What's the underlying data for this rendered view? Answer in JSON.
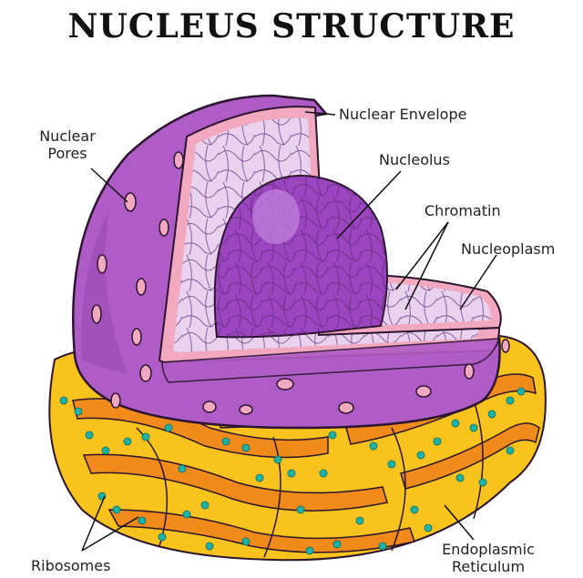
{
  "title": "NUCLEUS STRUCTURE",
  "labels": {
    "nuclear_envelope": "Nuclear Envelope",
    "nuclear_pores_line1": "Nuclear",
    "nuclear_pores_line2": "Pores",
    "nucleolus": "Nucleolus",
    "chromatin": "Chromatin",
    "nucleoplasm": "Nucleoplasm",
    "ribosomes": "Ribosomes",
    "er_line1": "Endoplasmic",
    "er_line2": "Reticulum"
  },
  "colors": {
    "nucleus_outer": "#b05cc6",
    "nucleus_dark": "#8a3fa3",
    "envelope": "#f2a9bf",
    "nucleoplasm": "#e8d2ee",
    "nucleolus": "#9b45c0",
    "er_yellow": "#f7c31c",
    "er_orange": "#f08a1a",
    "ribosome": "#1db3a6",
    "outline": "#2b1530"
  }
}
